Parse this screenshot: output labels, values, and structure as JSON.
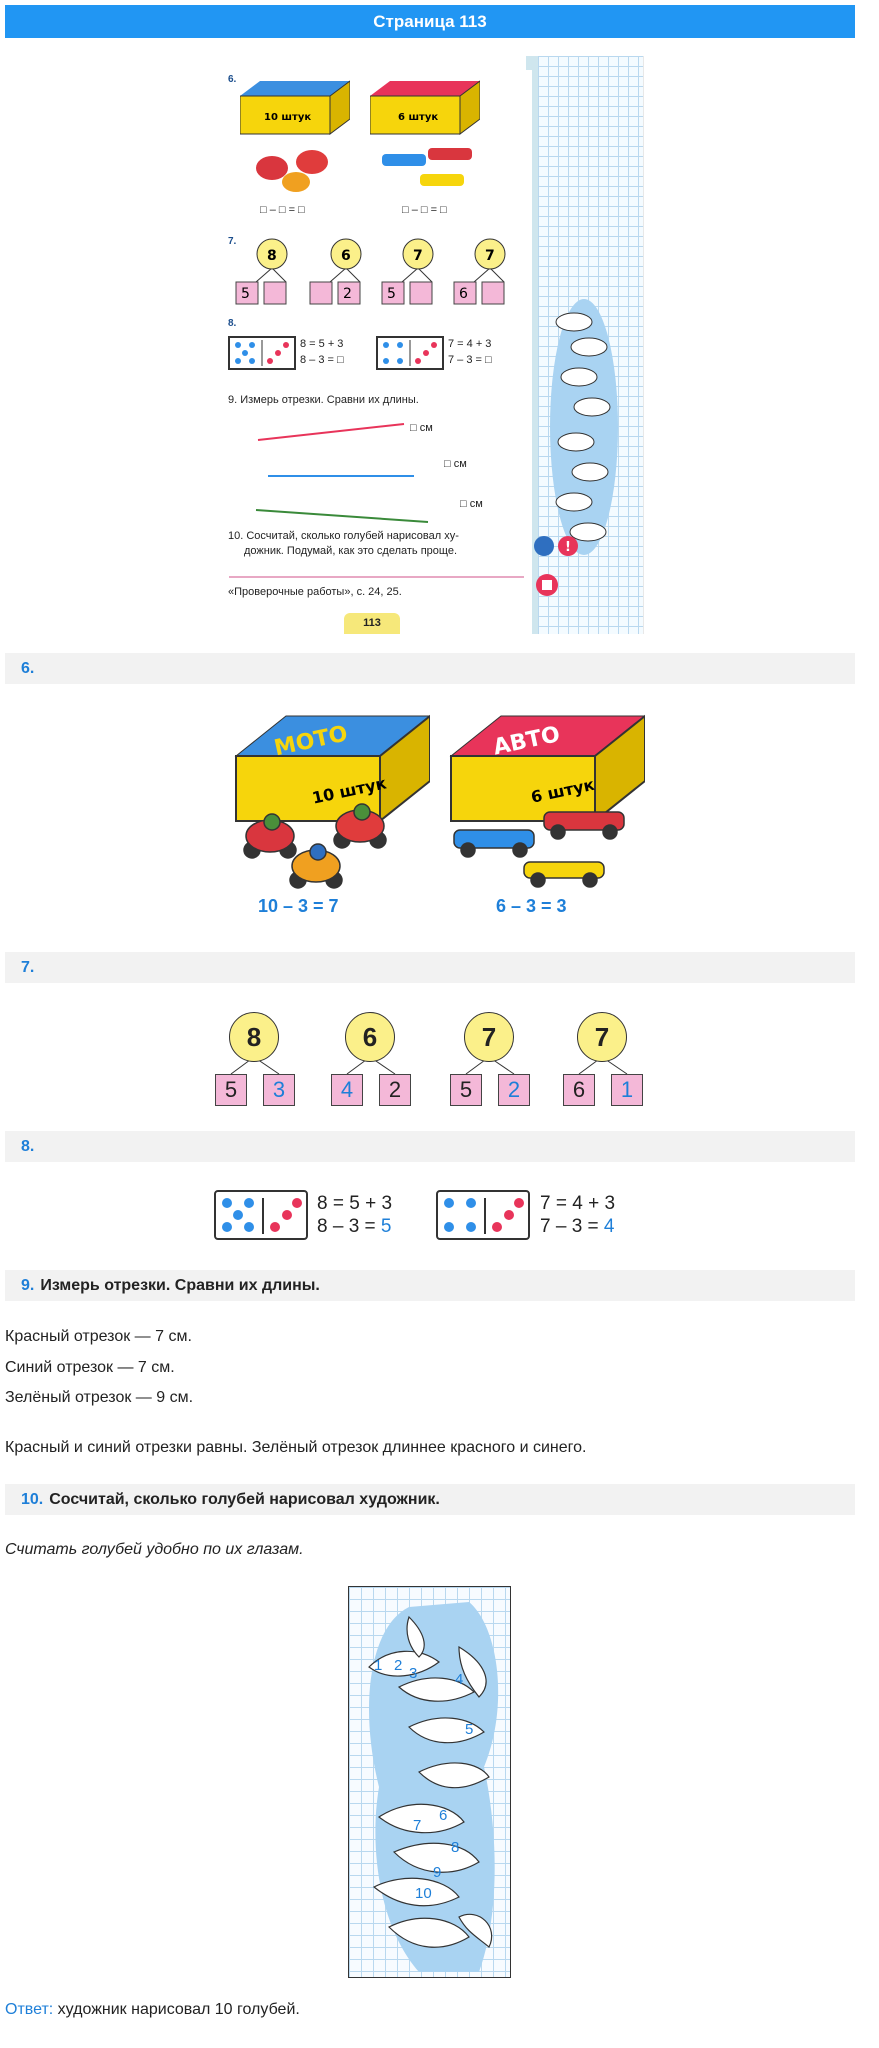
{
  "page_title": "Страница 113",
  "scan": {
    "task6_num": "6.",
    "task6_eq_left": "□ – □ = □",
    "task6_eq_right": "□ – □ = □",
    "task7_num": "7.",
    "task8_num": "8.",
    "task8_eq1a": "8 = 5 + 3",
    "task8_eq1b": "8 – 3 = □",
    "task8_eq2a": "7 = 4 + 3",
    "task8_eq2b": "7 – 3 = □",
    "task9_text": "9. Измерь отрезки. Сравни их длины.",
    "cm": "□ см",
    "task10_line1": "10. Сосчитай, сколько голубей нарисовал ху-",
    "task10_line2": "дожник. Подумай, как это сделать проще.",
    "footer_ref": "«Проверочные работы», с. 24, 25.",
    "page_number": "113",
    "box_moto_label": "10 штук",
    "box_auto_label": "6 штук",
    "decomp": [
      {
        "total": "8",
        "left": "5",
        "right": ""
      },
      {
        "total": "6",
        "left": "",
        "right": "2"
      },
      {
        "total": "7",
        "left": "5",
        "right": ""
      },
      {
        "total": "7",
        "left": "6",
        "right": ""
      }
    ]
  },
  "sections": {
    "s6": {
      "num": "6.",
      "title": ""
    },
    "s7": {
      "num": "7.",
      "title": ""
    },
    "s8": {
      "num": "8.",
      "title": ""
    },
    "s9": {
      "num": "9.",
      "title": "Измерь отрезки. Сравни их длины."
    },
    "s10": {
      "num": "10.",
      "title": "Сосчитай, сколько голубей нарисовал художник."
    }
  },
  "task6": {
    "box_moto_word": "МОТО",
    "box_moto_label": "10 штук",
    "box_auto_word": "АВТО",
    "box_auto_label": "6 штук",
    "eq_left": "10 – 3 = 7",
    "eq_right": "6 – 3 = 3"
  },
  "task7": {
    "items": [
      {
        "total": "8",
        "left": "5",
        "right": "3",
        "answer_side": "right"
      },
      {
        "total": "6",
        "left": "4",
        "right": "2",
        "answer_side": "left"
      },
      {
        "total": "7",
        "left": "5",
        "right": "2",
        "answer_side": "right"
      },
      {
        "total": "7",
        "left": "6",
        "right": "1",
        "answer_side": "right"
      }
    ]
  },
  "task8": {
    "eq1a": "8 = 5 + 3",
    "eq1b_prefix": "8 – 3 = ",
    "eq1b_answer": "5",
    "eq2a": "7 = 4 + 3",
    "eq2b_prefix": "7 – 3 = ",
    "eq2b_answer": "4"
  },
  "task9": {
    "red": "Красный отрезок — 7 см.",
    "blue": "Синий отрезок — 7 см.",
    "green": "Зелёный отрезок — 9 см.",
    "conclusion": "Красный и синий отрезки равны. Зелёный отрезок длиннее красного и синего."
  },
  "task10": {
    "hint": "Считать голубей удобно по их глазам.",
    "dove_numbers": [
      "1",
      "2",
      "3",
      "4",
      "5",
      "6",
      "7",
      "8",
      "9",
      "10"
    ],
    "answer_label": "Ответ:",
    "answer_text": " художник нарисовал 10 голубей."
  },
  "colors": {
    "accent": "#2196f3",
    "answer_blue": "#1e7fd8",
    "circle_yellow": "#fbf08a",
    "square_pink": "#f4b8d8",
    "box_yellow": "#f6d50c",
    "section_bg": "#f2f2f2"
  }
}
